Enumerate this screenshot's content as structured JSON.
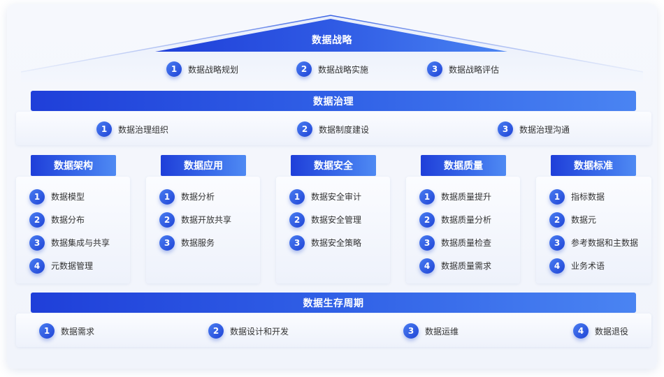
{
  "strategy": {
    "title": "数据战略",
    "items": [
      {
        "num": "1",
        "label": "数据战略规划"
      },
      {
        "num": "2",
        "label": "数据战略实施"
      },
      {
        "num": "3",
        "label": "数据战略评估"
      }
    ]
  },
  "governance": {
    "title": "数据治理",
    "items": [
      {
        "num": "1",
        "label": "数据治理组织"
      },
      {
        "num": "2",
        "label": "数据制度建设"
      },
      {
        "num": "3",
        "label": "数据治理沟通"
      }
    ]
  },
  "columns": [
    {
      "title": "数据架构",
      "items": [
        {
          "num": "1",
          "label": "数据模型"
        },
        {
          "num": "2",
          "label": "数据分布"
        },
        {
          "num": "3",
          "label": "数据集成与共享"
        },
        {
          "num": "4",
          "label": "元数据管理"
        }
      ]
    },
    {
      "title": "数据应用",
      "items": [
        {
          "num": "1",
          "label": "数据分析"
        },
        {
          "num": "2",
          "label": "数据开放共享"
        },
        {
          "num": "3",
          "label": "数据服务"
        }
      ]
    },
    {
      "title": "数据安全",
      "items": [
        {
          "num": "1",
          "label": "数据安全审计"
        },
        {
          "num": "2",
          "label": "数据安全管理"
        },
        {
          "num": "3",
          "label": "数据安全策略"
        }
      ]
    },
    {
      "title": "数据质量",
      "items": [
        {
          "num": "1",
          "label": "数据质量提升"
        },
        {
          "num": "2",
          "label": "数据质量分析"
        },
        {
          "num": "3",
          "label": "数据质量检查"
        },
        {
          "num": "4",
          "label": "数据质量需求"
        }
      ]
    },
    {
      "title": "数据标准",
      "items": [
        {
          "num": "1",
          "label": "指标数据"
        },
        {
          "num": "2",
          "label": "数据元"
        },
        {
          "num": "3",
          "label": "参考数据和主数据"
        },
        {
          "num": "4",
          "label": "业务术语"
        }
      ]
    }
  ],
  "lifecycle": {
    "title": "数据生存周期",
    "items": [
      {
        "num": "1",
        "label": "数据需求"
      },
      {
        "num": "2",
        "label": "数据设计和开发"
      },
      {
        "num": "3",
        "label": "数据运维"
      },
      {
        "num": "4",
        "label": "数据退役"
      }
    ]
  },
  "colors": {
    "accent_dark": "#1f3fd9",
    "accent_light": "#4a84f2",
    "text": "#333333",
    "panel": "#eef2fb"
  }
}
